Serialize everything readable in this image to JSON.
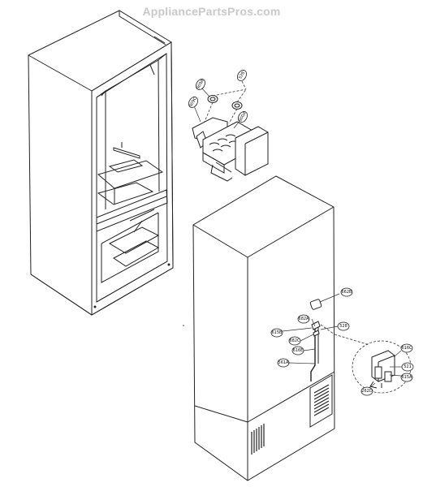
{
  "watermark": "AppliancePartsPros.com",
  "callouts": [
    {
      "id": "callout-909a",
      "label": "909A"
    },
    {
      "id": "callout-528-top",
      "label": "528"
    },
    {
      "id": "callout-909c",
      "label": "909C"
    },
    {
      "id": "callout-900a",
      "label": "900A"
    },
    {
      "id": "callout-662b",
      "label": "662B"
    },
    {
      "id": "callout-682a",
      "label": "682A"
    },
    {
      "id": "callout-528-right",
      "label": "528"
    },
    {
      "id": "callout-615b",
      "label": "615B"
    },
    {
      "id": "callout-682c",
      "label": "682C"
    },
    {
      "id": "callout-616e",
      "label": "616E"
    },
    {
      "id": "callout-561a",
      "label": "561A"
    },
    {
      "id": "callout-616c",
      "label": "616C"
    },
    {
      "id": "callout-521",
      "label": "521"
    },
    {
      "id": "callout-615a",
      "label": "615A"
    },
    {
      "id": "callout-262d",
      "label": "262D"
    }
  ]
}
